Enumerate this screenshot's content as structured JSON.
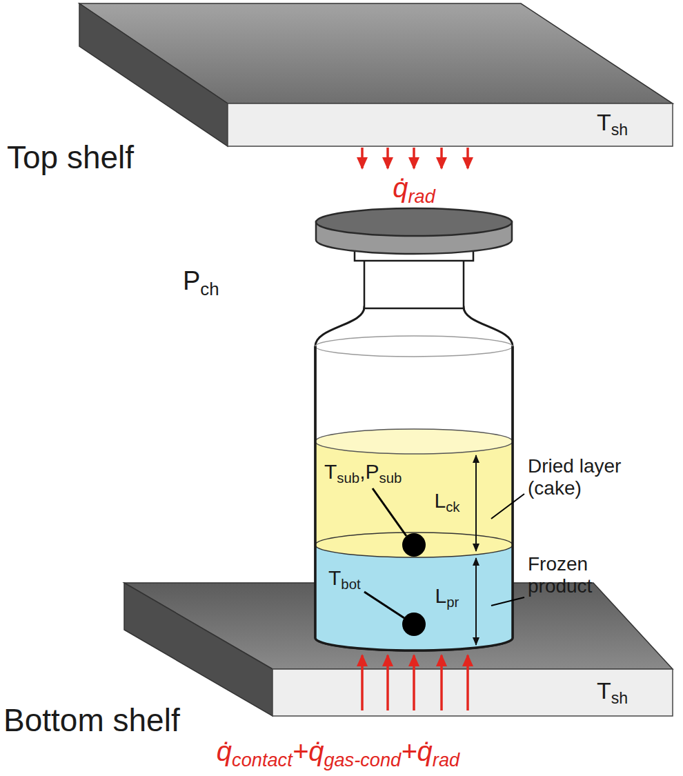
{
  "diagram": {
    "nodes": [
      {
        "text": [
          "Top shelf",
          "Tsh"
        ]
      },
      {
        "text": [
          "Bottom shelf",
          "Tsh"
        ]
      }
    ],
    "labels": [
      "q̇rad",
      "Pch",
      "Tsub,Psub",
      "Tbot",
      "Lck",
      "Lpr",
      "Dried layer (cake)",
      "Frozen product",
      "q̇contact+q̇gas-cond+q̇rad"
    ]
  }
}
